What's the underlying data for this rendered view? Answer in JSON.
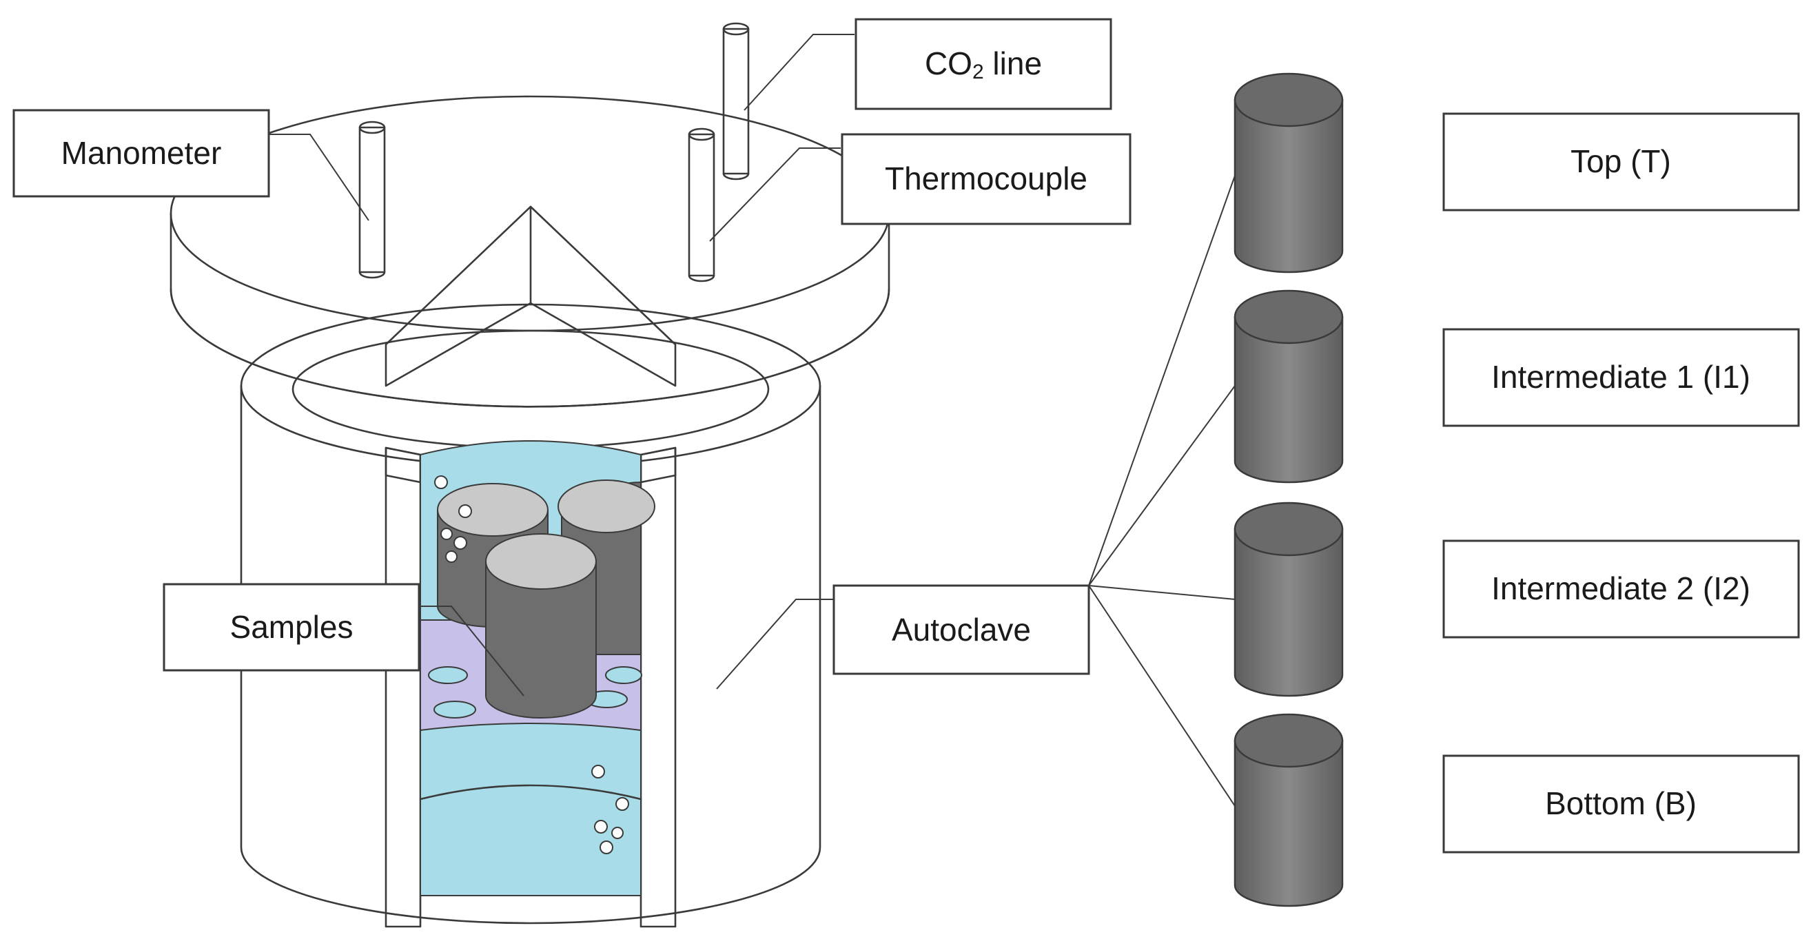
{
  "labels": {
    "manometer": "Manometer",
    "co2_line_main": "CO",
    "co2_line_sub": "2",
    "co2_line_rest": " line",
    "thermocouple": "Thermocouple",
    "samples": "Samples",
    "autoclave": "Autoclave"
  },
  "positions": [
    {
      "label": "Top (T)"
    },
    {
      "label": "Intermediate 1 (I1)"
    },
    {
      "label": "Intermediate 2 (I2)"
    },
    {
      "label": "Bottom (B)"
    }
  ],
  "colors": {
    "liquid": "#a9dce9",
    "sample_holder": "#c7c0e8",
    "sample_dark": "#6e6e6e",
    "sample_top": "#c9c9c9",
    "outline": "#3a3a3a"
  }
}
